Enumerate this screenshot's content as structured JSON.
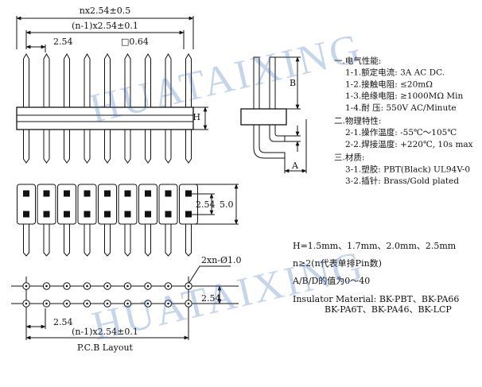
{
  "front_view": {
    "overall_dim": "nx2.54±0.5",
    "span_dim": "(n-1)x2.54±0.1",
    "pitch_dim": "2.54",
    "pin_size": "□0.64",
    "height_label": "H",
    "pin_count": 9
  },
  "side_view": {
    "label_b": "B",
    "label_a": "A"
  },
  "specs": [
    {
      "key": "spec-title-electrical",
      "text": "一.电气性能:"
    },
    {
      "key": "spec-current",
      "text": "1-1.额定电流: 3A AC DC."
    },
    {
      "key": "spec-contact-resistance",
      "text": "1-2.接触电阻: ≤20mΩ"
    },
    {
      "key": "spec-insulation",
      "text": "1-3.绝缘电阻: ≥1000MΩ Min"
    },
    {
      "key": "spec-withstand",
      "text": "1-4.耐    压: 550V AC/Minute"
    },
    {
      "key": "spec-title-physical",
      "text": "二.物理特性:"
    },
    {
      "key": "spec-operating-temp",
      "text": "2-1.操作温度: -55℃～105℃"
    },
    {
      "key": "spec-solder-temp",
      "text": "2-2.焊接温度: +220℃, 10s max"
    },
    {
      "key": "spec-title-material",
      "text": "三.材质:"
    },
    {
      "key": "spec-plastic",
      "text": "3-1.塑胶: PBT(Black) UL94V-0"
    },
    {
      "key": "spec-pin",
      "text": "3-2.插针: Brass/Gold plated"
    }
  ],
  "bottom_view": {
    "pitch_v": "2.54",
    "overall_v": "5.0"
  },
  "notes": {
    "h_options": "H=1.5mm、1.7mm、2.0mm、2.5mm",
    "n_rule": "n≥2(n代表单排Pin数)",
    "abd_range": "A/B/D的值为0～40",
    "insulator_line1": "Insulator Material: BK-PBT、BK-PA66",
    "insulator_line2": "BK-PA6T、BK-PA46、BK-LCP"
  },
  "pcb": {
    "hole_callout": "2xn-Ø1.0",
    "row_pitch": "2.54",
    "col_pitch": "2.54",
    "span_dim": "(n-1)x2.54±0.1",
    "caption": "P.C.B Layout"
  },
  "watermark": "HUATAIXING"
}
